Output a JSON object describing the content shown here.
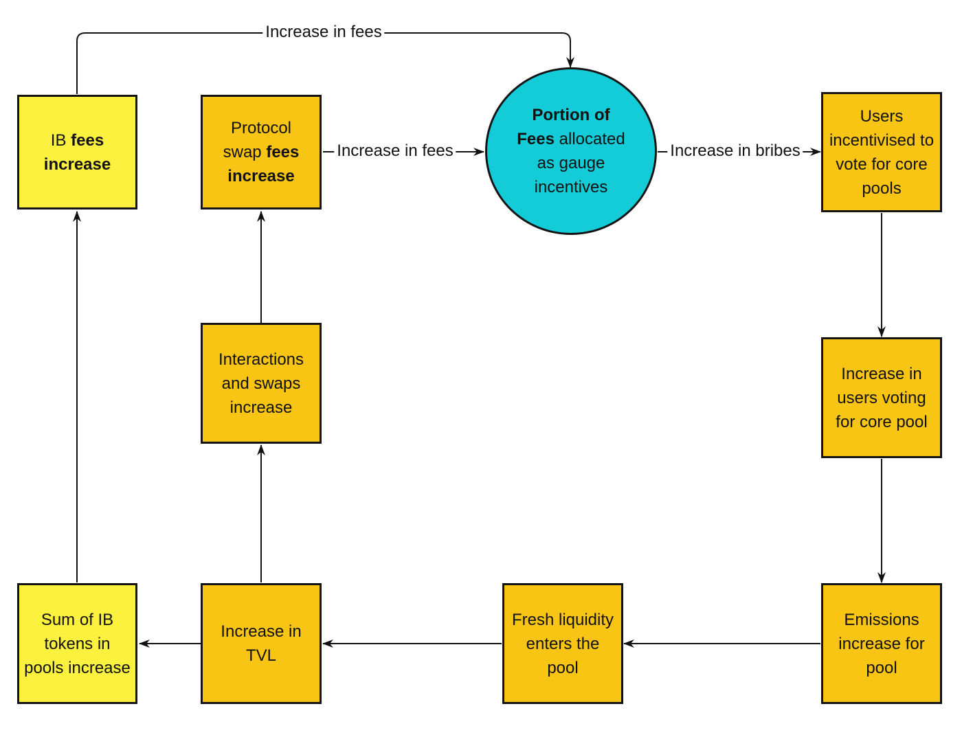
{
  "nodes": {
    "ib_fees": {
      "plain_pre": "IB ",
      "bold_a": "fees",
      "line2": "increase"
    },
    "protocol_swap": {
      "line1": "Protocol",
      "line2_plain": "swap ",
      "line2_bold": "fees",
      "line3": "increase"
    },
    "portion_fees": {
      "bold_line1": "Portion of",
      "bold_word": "Fees",
      "rest_line2": " allocated",
      "line3": "as gauge",
      "line4": "incentives"
    },
    "users_incentivised": {
      "text": "Users incentivised to vote for core pools"
    },
    "interactions": {
      "text": "Interactions and swaps increase"
    },
    "users_voting": {
      "text": "Increase in users voting for core pool"
    },
    "sum_ib": {
      "text": "Sum of IB tokens in pools increase"
    },
    "tvl": {
      "text": "Increase in TVL"
    },
    "fresh_liquidity": {
      "text": "Fresh liquidity enters the pool"
    },
    "emissions": {
      "text": "Emissions increase for pool"
    }
  },
  "edges": {
    "top_fees": "Increase in fees",
    "middle_fees": "Increase in fees",
    "bribes": "Increase in bribes"
  },
  "colors": {
    "light_yellow": "#FCF13E",
    "dark_yellow": "#F8C514",
    "cyan": "#13CCD7"
  }
}
